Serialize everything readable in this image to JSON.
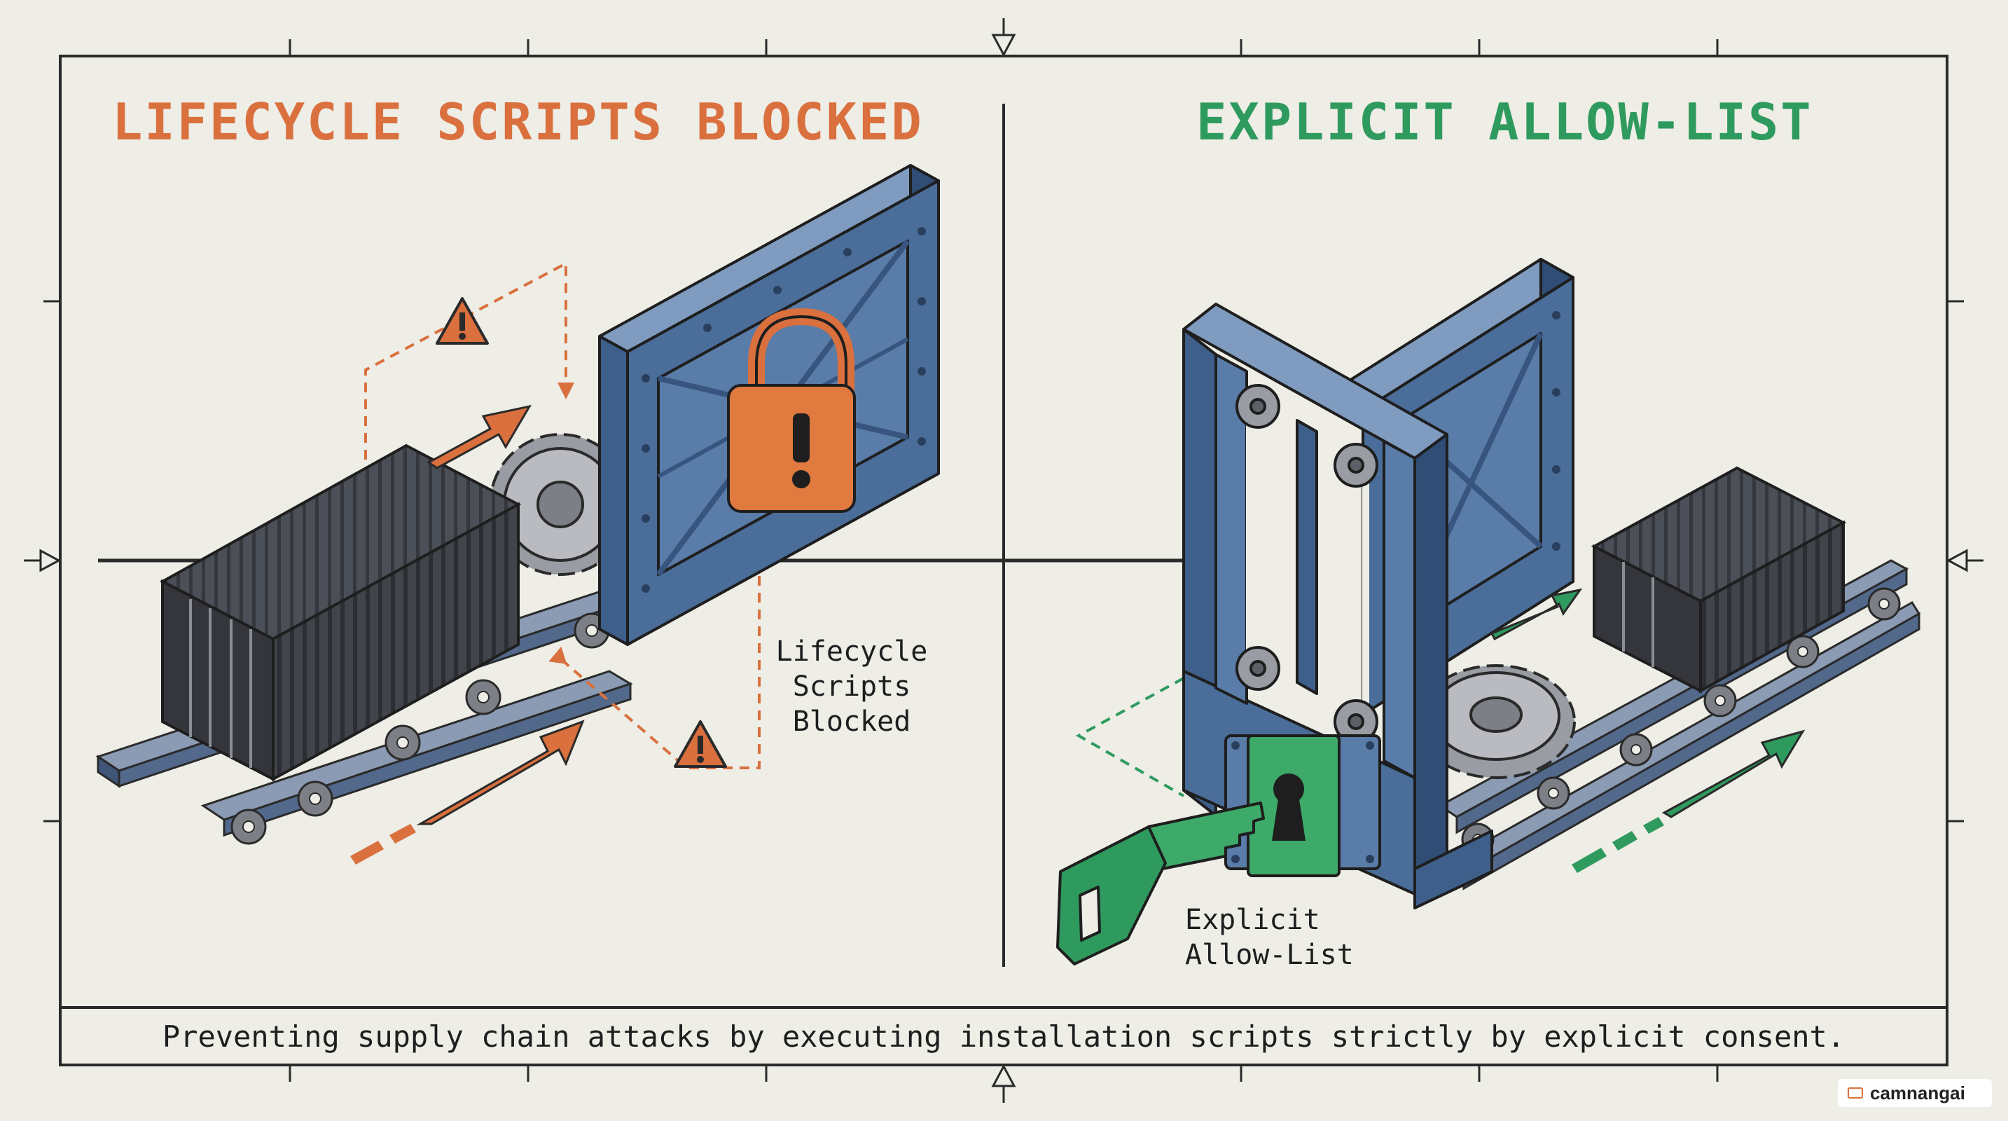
{
  "panels": {
    "left": {
      "title": "LIFECYCLE SCRIPTS BLOCKED",
      "label_lines": [
        "Lifecycle",
        "Scripts",
        "Blocked"
      ],
      "accent": "#d9703e",
      "icons": [
        "shipping-container-icon",
        "gear-icon",
        "padlock-icon",
        "warning-icon"
      ]
    },
    "right": {
      "title": "EXPLICIT ALLOW-LIST",
      "label_lines": [
        "Explicit",
        "Allow-List"
      ],
      "accent": "#2f9a5e",
      "icons": [
        "shipping-container-icon",
        "gear-icon",
        "key-icon",
        "keyhole-icon",
        "pulley-icon"
      ]
    }
  },
  "caption": "Preventing supply chain attacks by executing installation scripts strictly by explicit consent.",
  "watermark": "camnangai",
  "colors": {
    "background": "#eeede6",
    "steel": "#4a6d99",
    "container": "#3b3e45",
    "line": "#2a2a2a"
  }
}
